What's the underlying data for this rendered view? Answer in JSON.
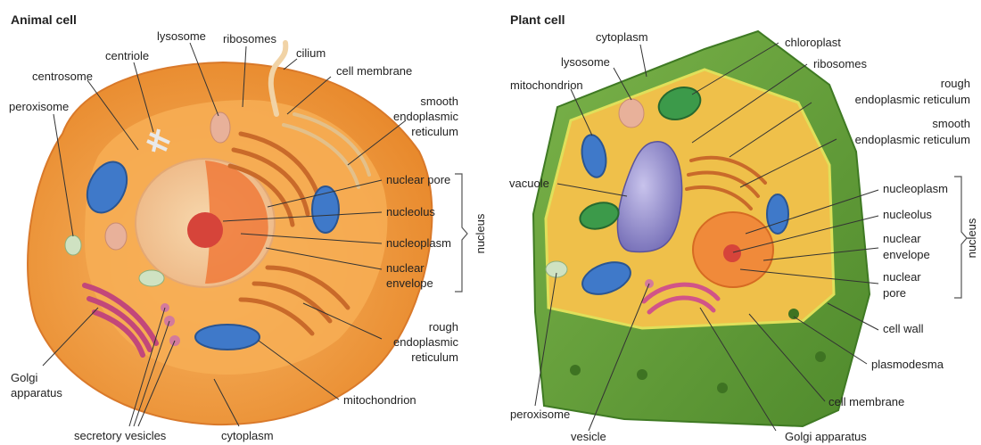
{
  "animal": {
    "title": "Animal cell",
    "labels": {
      "lysosome": "lysosome",
      "ribosomes": "ribosomes",
      "cilium": "cilium",
      "centriole": "centriole",
      "centrosome": "centrosome",
      "cell_membrane": "cell membrane",
      "peroxisome": "peroxisome",
      "smooth_er": [
        "smooth",
        "endoplasmic",
        "reticulum"
      ],
      "nuclear_pore": "nuclear pore",
      "nucleolus": "nucleolus",
      "nucleoplasm": "nucleoplasm",
      "nuclear_envelope": [
        "nuclear",
        "envelope"
      ],
      "rough_er": [
        "rough",
        "endoplasmic",
        "reticulum"
      ],
      "golgi": [
        "Golgi",
        "apparatus"
      ],
      "mitochondrion": "mitochondrion",
      "secretory_vesicles": "secretory vesicles",
      "cytoplasm": "cytoplasm",
      "nucleus": "nucleus"
    }
  },
  "plant": {
    "title": "Plant cell",
    "labels": {
      "cytoplasm": "cytoplasm",
      "chloroplast": "chloroplast",
      "lysosome": "lysosome",
      "ribosomes": "ribosomes",
      "mitochondrion": "mitochondrion",
      "rough_er": [
        "rough",
        "endoplasmic reticulum"
      ],
      "smooth_er": [
        "smooth",
        "endoplasmic reticulum"
      ],
      "vacuole": "vacuole",
      "nucleoplasm": "nucleoplasm",
      "nucleolus": "nucleolus",
      "nuclear_envelope": [
        "nuclear",
        "envelope"
      ],
      "nuclear_pore": [
        "nuclear",
        "pore"
      ],
      "cell_wall": "cell wall",
      "plasmodesma": "plasmodesma",
      "cell_membrane": "cell membrane",
      "peroxisome": "peroxisome",
      "vesicle": "vesicle",
      "golgi": "Golgi apparatus",
      "nucleus": "nucleus"
    }
  },
  "colors": {
    "animal_outer": "#f29a3a",
    "animal_inner": "#f6b45c",
    "nucleus_shell": "#f5c99a",
    "nucleolus": "#d84a3a",
    "mito": "#3f79c9",
    "golgi": "#c2477a",
    "plant_wall": "#6fa23f",
    "plant_cyto": "#f0c24a",
    "vacuole": "#8d86c9",
    "chloroplast": "#3c9a4a"
  }
}
